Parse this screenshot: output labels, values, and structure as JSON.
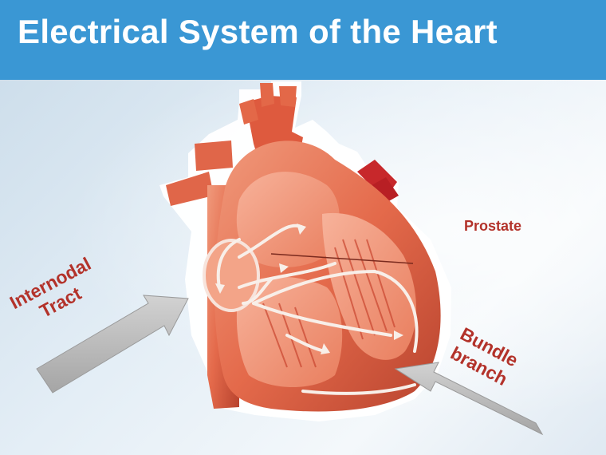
{
  "header": {
    "title": "Electrical System of the Heart"
  },
  "labels": {
    "prostate": "Prostate",
    "internodal_line1": "Internodal",
    "internodal_line2": "Tract",
    "bundle_line1": "Bundle",
    "bundle_line2": "branch"
  },
  "colors": {
    "header_bg": "#3a97d4",
    "label_text": "#b3322a",
    "heart_outer": "#d9553b",
    "heart_inner": "#ef8a6a",
    "arrow_gray": "#b8b8b8"
  },
  "icons": {
    "heart": "heart-illustration",
    "left_arrow": "pointer-arrow",
    "right_arrow": "pointer-arrow"
  }
}
